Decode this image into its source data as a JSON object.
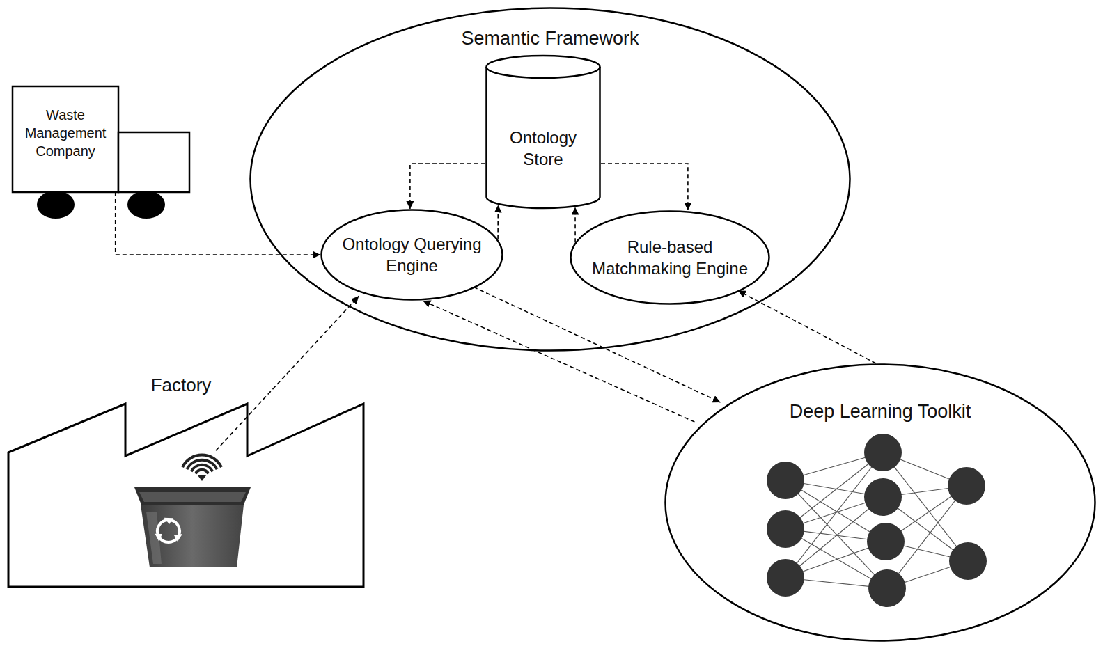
{
  "diagram": {
    "nodes": [
      {
        "text": [
          "Semantic Framework"
        ]
      },
      {
        "text": [
          "Ontology Store"
        ],
        "in": 0
      },
      {
        "text": [
          "Ontology Querying Engine"
        ],
        "in": 0
      },
      {
        "text": [
          "Rule-based Matchmaking Engine"
        ],
        "in": 0
      },
      {
        "text": [
          "Waste Management Company"
        ]
      },
      {
        "text": [
          "Factory"
        ]
      },
      {
        "text": [
          "Deep Learning Toolkit"
        ]
      }
    ],
    "edges": [
      {
        "from": 1,
        "to": 2,
        "arrow": "to"
      },
      {
        "from": 2,
        "to": 1,
        "arrow": "to"
      },
      {
        "from": 1,
        "to": 3,
        "arrow": "to"
      },
      {
        "from": 3,
        "to": 1,
        "arrow": "to"
      },
      {
        "from": 4,
        "to": 2,
        "arrow": "to"
      },
      {
        "from": 5,
        "to": 2,
        "arrow": "to"
      },
      {
        "from": 2,
        "to": 6,
        "arrow": "to"
      },
      {
        "from": 6,
        "to": 2,
        "arrow": "to"
      },
      {
        "from": 6,
        "to": 3,
        "arrow": "to"
      }
    ]
  }
}
